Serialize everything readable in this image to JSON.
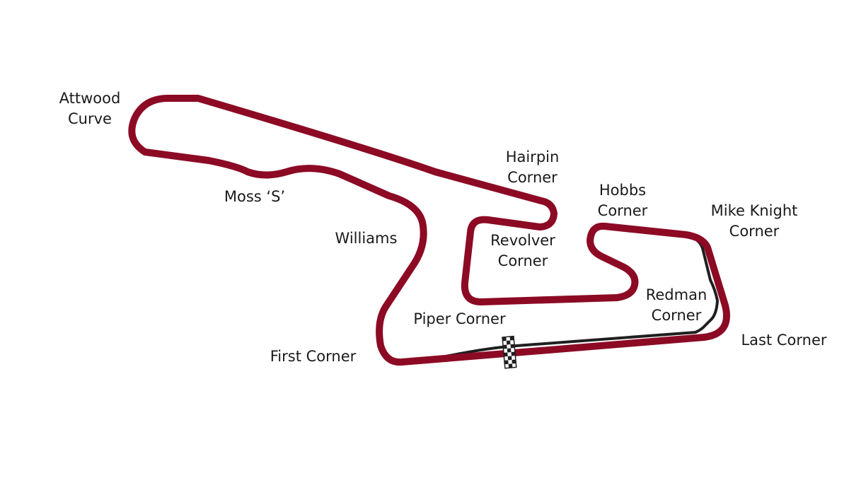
{
  "map": {
    "colors": {
      "track": "#8c0a24",
      "pit_lane": "#1f1f1f",
      "background": "#ffffff",
      "label": "#1a1a1a"
    },
    "corners": [
      {
        "id": "attwood-curve",
        "lines": [
          "Attwood",
          "Curve"
        ]
      },
      {
        "id": "moss-s",
        "lines": [
          "Moss ‘S’"
        ]
      },
      {
        "id": "williams",
        "lines": [
          "Williams"
        ]
      },
      {
        "id": "hairpin-corner",
        "lines": [
          "Hairpin",
          "Corner"
        ]
      },
      {
        "id": "revolver-corner",
        "lines": [
          "Revolver",
          "Corner"
        ]
      },
      {
        "id": "hobbs-corner",
        "lines": [
          "Hobbs",
          "Corner"
        ]
      },
      {
        "id": "mike-knight-corner",
        "lines": [
          "Mike Knight",
          "Corner"
        ]
      },
      {
        "id": "redman-corner",
        "lines": [
          "Redman",
          "Corner"
        ]
      },
      {
        "id": "piper-corner",
        "lines": [
          "Piper Corner"
        ]
      },
      {
        "id": "first-corner",
        "lines": [
          "First Corner"
        ]
      },
      {
        "id": "last-corner",
        "lines": [
          "Last Corner"
        ]
      }
    ],
    "icons": {
      "start_finish": "checkered-flag-icon"
    }
  }
}
